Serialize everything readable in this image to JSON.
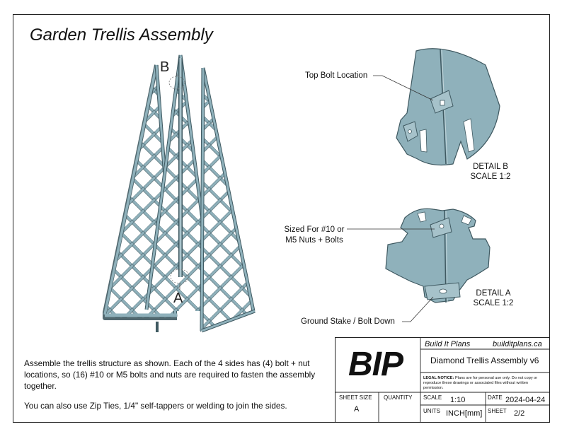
{
  "title": "Garden Trellis Assembly",
  "labels": {
    "top": "B",
    "bottom": "A"
  },
  "callouts": {
    "top_bolt": "Top Bolt Location",
    "sized_for_line1": "Sized For #10 or",
    "sized_for_line2": "M5 Nuts + Bolts",
    "ground_stake": "Ground Stake / Bolt Down"
  },
  "details": {
    "b_name": "DETAIL B",
    "b_scale": "SCALE 1:2",
    "a_name": "DETAIL A",
    "a_scale": "SCALE 1:2"
  },
  "notes": {
    "p1": "Assemble the trellis structure as shown. Each of the 4 sides has (4) bolt + nut locations, so (16) #10 or M5 bolts and nuts are required to fasten the assembly together.",
    "p2": "You can also use Zip Ties, 1/4\" self-tappers or welding to join the sides."
  },
  "title_block": {
    "logo": "BIP",
    "company": "Build It Plans",
    "website": "builditplans.ca",
    "drawing_title": "Diamond Trellis Assembly v6",
    "legal_heading": "LEGAL NOTICE:",
    "legal_text": "Plans are for personal use only. Do not copy or reproduce these drawings or associated files without written permission.",
    "sheet_size_label": "SHEET SIZE",
    "sheet_size": "A",
    "quantity_label": "QUANTITY",
    "quantity": "",
    "scale_label": "SCALE",
    "scale": "1:10",
    "date_label": "DATE",
    "date": "2024-04-24",
    "units_label": "UNITS",
    "units": "INCH[mm]",
    "sheet_label": "SHEET",
    "sheet": "2/2"
  },
  "colors": {
    "part_fill": "#8fb1bb",
    "part_stroke": "#3f5961",
    "line": "#222222"
  }
}
